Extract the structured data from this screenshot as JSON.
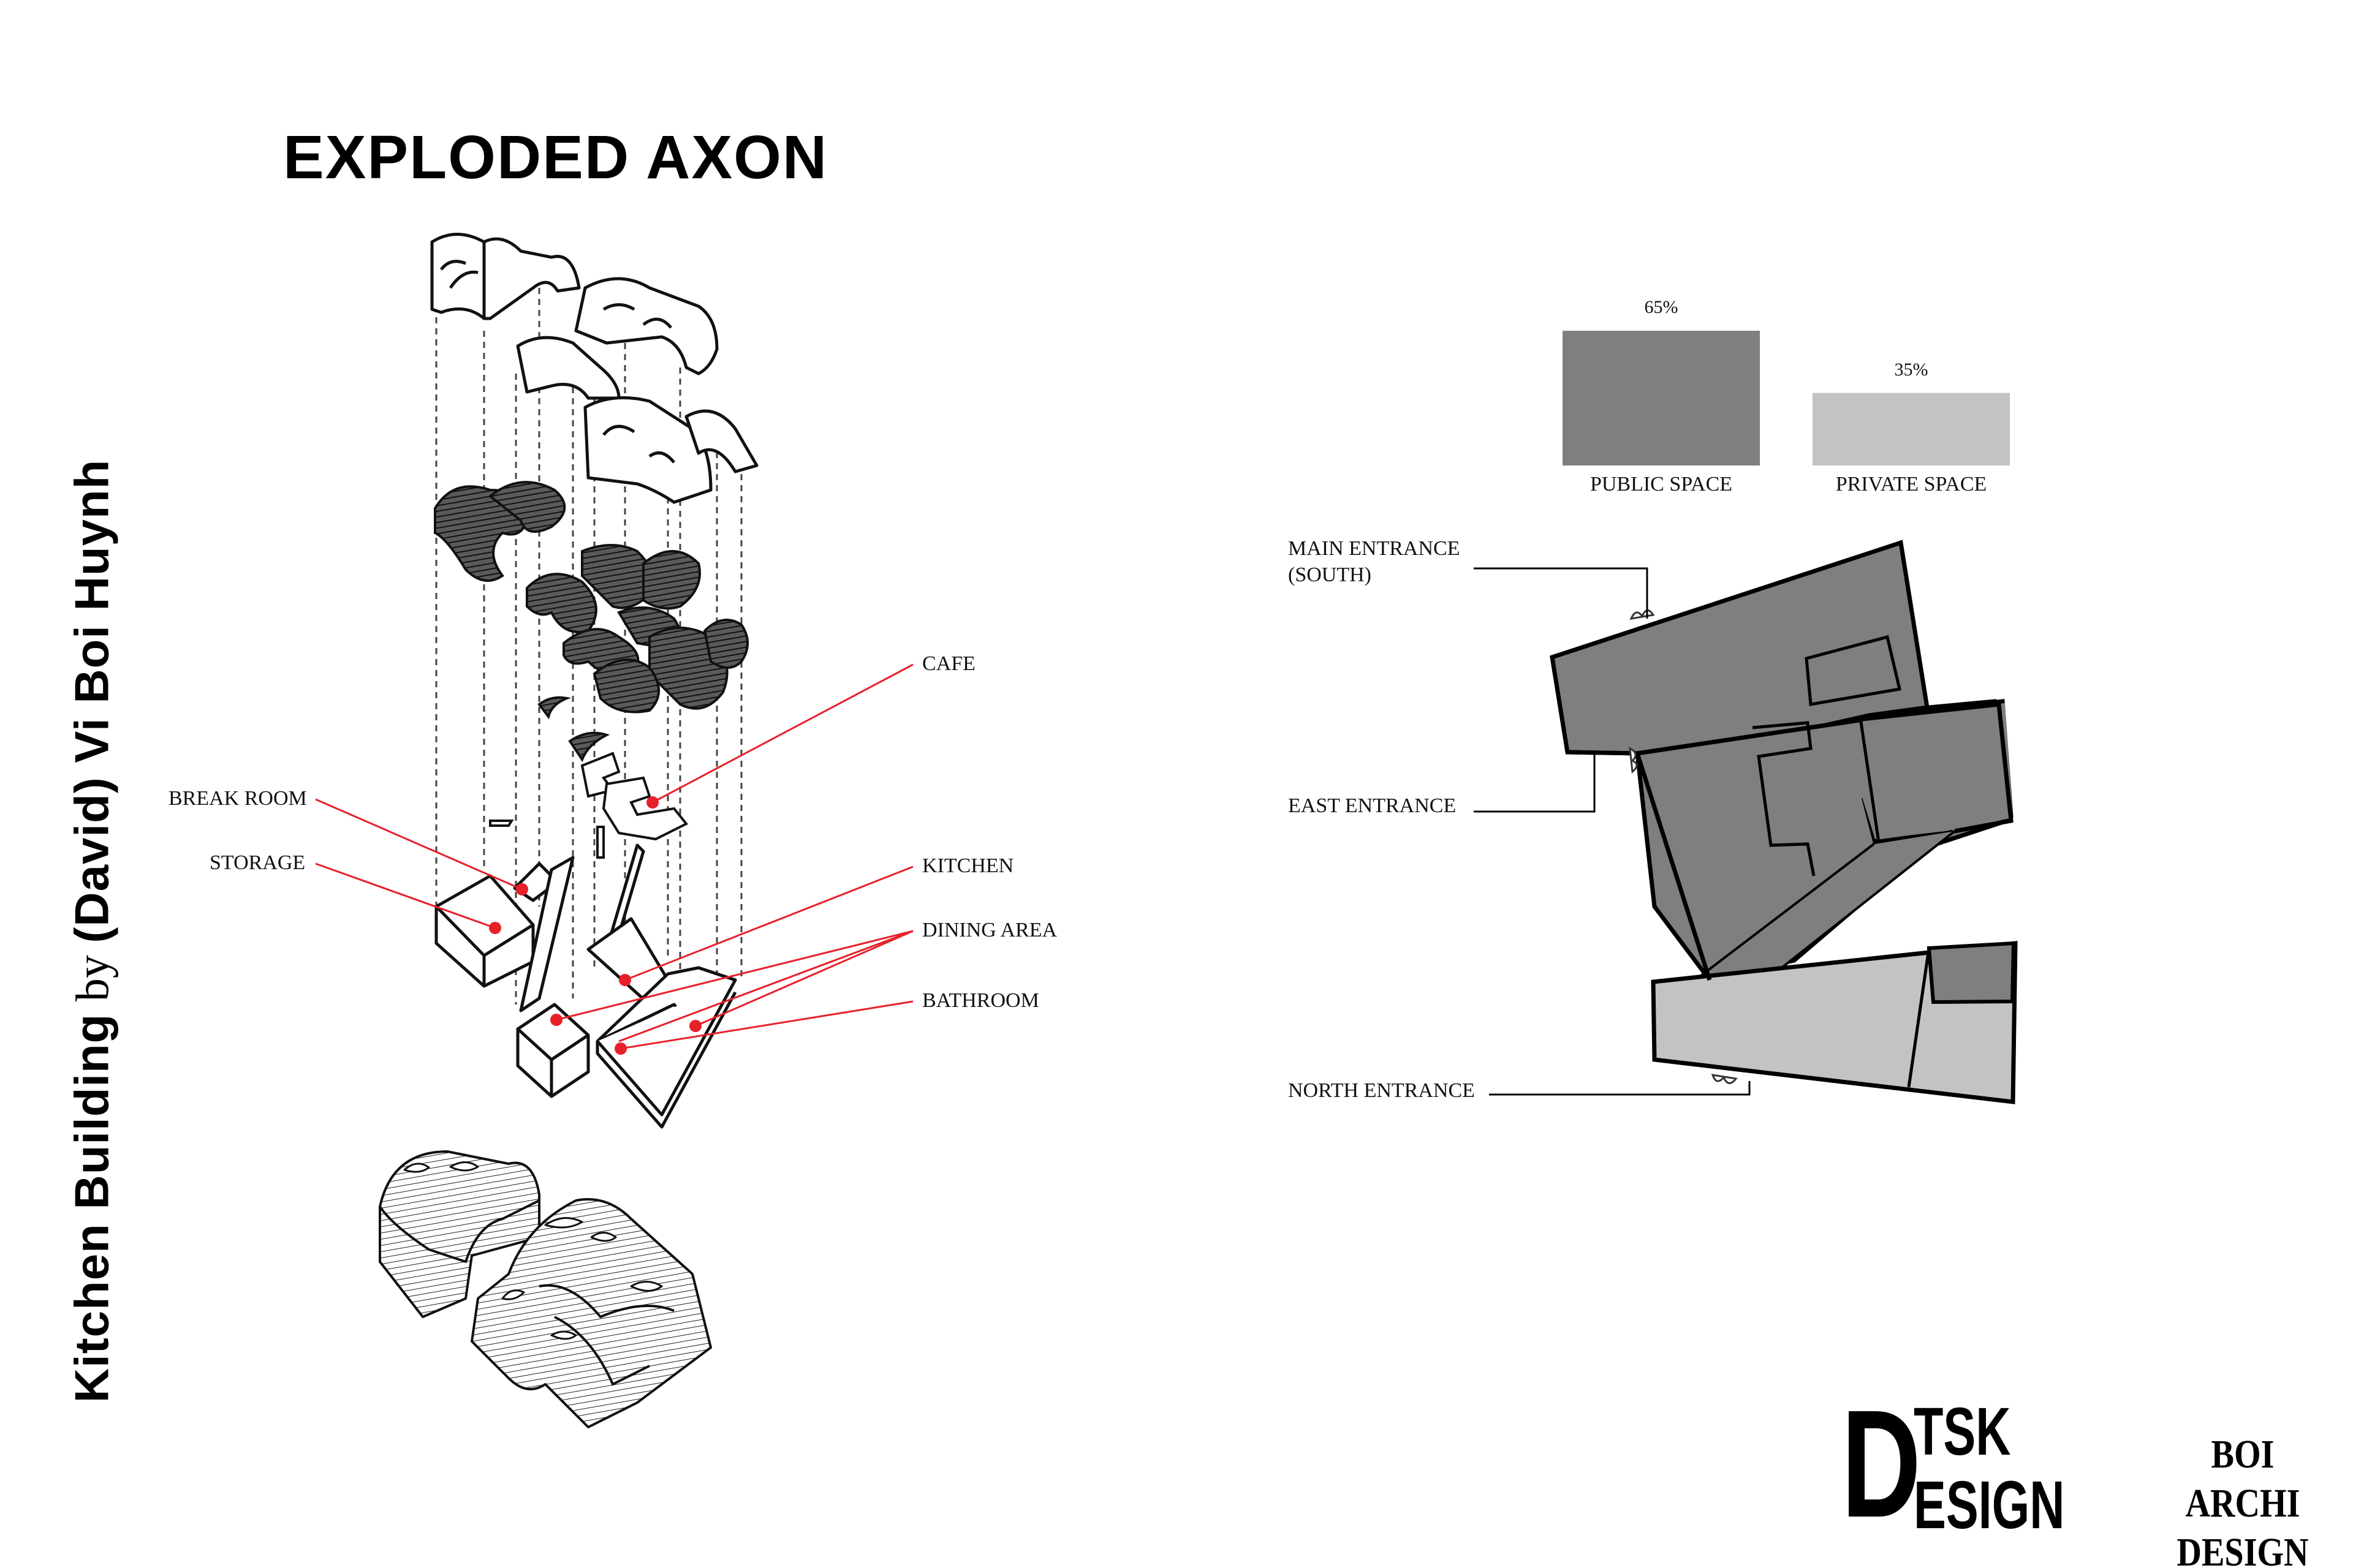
{
  "vertical_title": {
    "main": "Kitchen Building",
    "by": "by",
    "author": "(David) Vi Boi Huynh"
  },
  "title": "EXPLODED AXON",
  "axon_labels": {
    "cafe": "CAFE",
    "break_room": "BREAK ROOM",
    "storage": "STORAGE",
    "kitchen": "KITCHEN",
    "dining_area": "DINING AREA",
    "bathroom": "BATHROOM"
  },
  "chart_data": {
    "type": "bar",
    "categories": [
      "PUBLIC SPACE",
      "PRIVATE SPACE"
    ],
    "values": [
      65,
      35
    ],
    "value_labels": [
      "65%",
      "35%"
    ],
    "colors": [
      "#7f7f7f",
      "#c3c3c3"
    ]
  },
  "plan_labels": {
    "main_entrance_line1": "MAIN ENTRANCE",
    "main_entrance_line2": "(SOUTH)",
    "east_entrance": "EAST ENTRANCE",
    "north_entrance": "NORTH ENTRANCE"
  },
  "colors": {
    "public": "#7f7f7f",
    "private": "#c3c3c3",
    "accent": "#e8202a"
  },
  "logos": {
    "dtsk_d": "D",
    "dtsk_top": "TSK",
    "dtsk_bottom": "ESIGN",
    "boi_line1": "BOI ARCHI",
    "boi_line2": "DESIGN"
  }
}
